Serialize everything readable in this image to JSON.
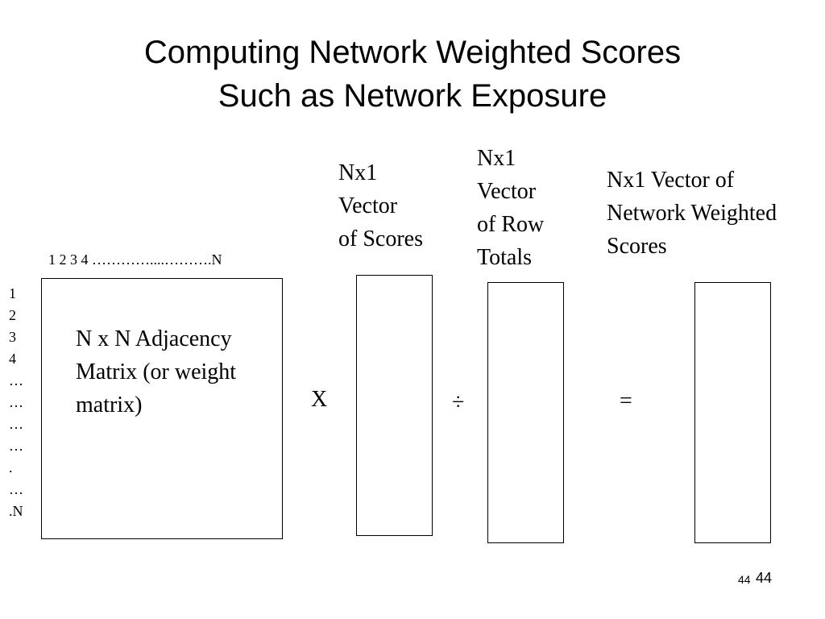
{
  "slide": {
    "title_line1": "Computing Network Weighted Scores",
    "title_line2": "Such as Network Exposure"
  },
  "matrix": {
    "column_axis_label": "1 2 3 4 …………....……….N",
    "row_axis_labels": [
      "1",
      "2",
      "3",
      "4",
      "…",
      "…",
      "…",
      "…",
      ".",
      "…",
      ".N"
    ],
    "text_lines": [
      "N x N Adjacency",
      "Matrix (or weight",
      "matrix)"
    ]
  },
  "vectors": {
    "scores": {
      "label_lines": [
        "Nx1",
        "Vector",
        "of Scores"
      ]
    },
    "row_totals": {
      "label_lines": [
        "Nx1",
        "Vector",
        "of Row",
        "Totals"
      ]
    },
    "weighted": {
      "label_lines": [
        "Nx1 Vector of",
        "Network Weighted",
        "Scores"
      ]
    }
  },
  "operators": {
    "multiply": "X",
    "divide": "÷",
    "equals": "="
  },
  "page_number": {
    "small": "44",
    "large": "44"
  }
}
